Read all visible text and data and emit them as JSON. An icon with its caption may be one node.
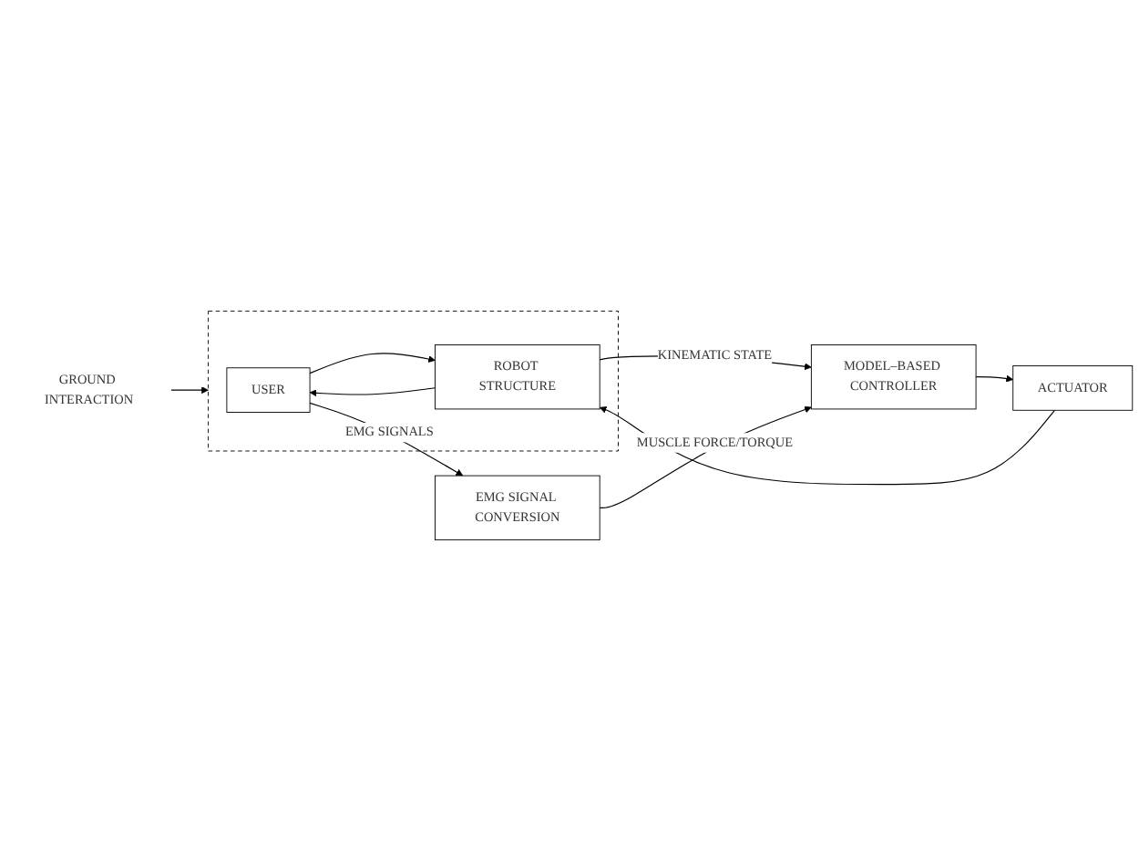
{
  "diagram": {
    "nodes": [
      {
        "text": [
          "GROUND INTERACTION"
        ]
      },
      {
        "text": [],
        "shape": "box"
      },
      {
        "text": [
          "USER"
        ],
        "in": 1
      },
      {
        "text": [
          "MODEL–BASED CONTROLLER"
        ]
      },
      {
        "text": [
          "ACTUATOR"
        ]
      },
      {
        "text": [
          "ROBOT STRUCTURE"
        ],
        "in": 1
      },
      {
        "text": [
          "EMG SIGNAL CONVERSION"
        ]
      }
    ],
    "edges": [
      {
        "from": 0,
        "to": 1,
        "arrow": "to"
      },
      {
        "from": 3,
        "to": 4,
        "arrow": "to"
      },
      {
        "from": 4,
        "to": 5,
        "arrow": "to"
      },
      {
        "from": 5,
        "to": 2,
        "arrow": "to"
      },
      {
        "from": 2,
        "to": 5,
        "arrow": "to"
      },
      {
        "from": 5,
        "to": 3,
        "arrow": "to",
        "label": "KINEMATIC STATE"
      },
      {
        "from": 2,
        "to": 6,
        "arrow": "to",
        "label": "EMG SIGNALS"
      },
      {
        "from": 6,
        "to": 3,
        "arrow": "to",
        "label": "MUSCLE FORCE/TORQUE"
      }
    ]
  }
}
